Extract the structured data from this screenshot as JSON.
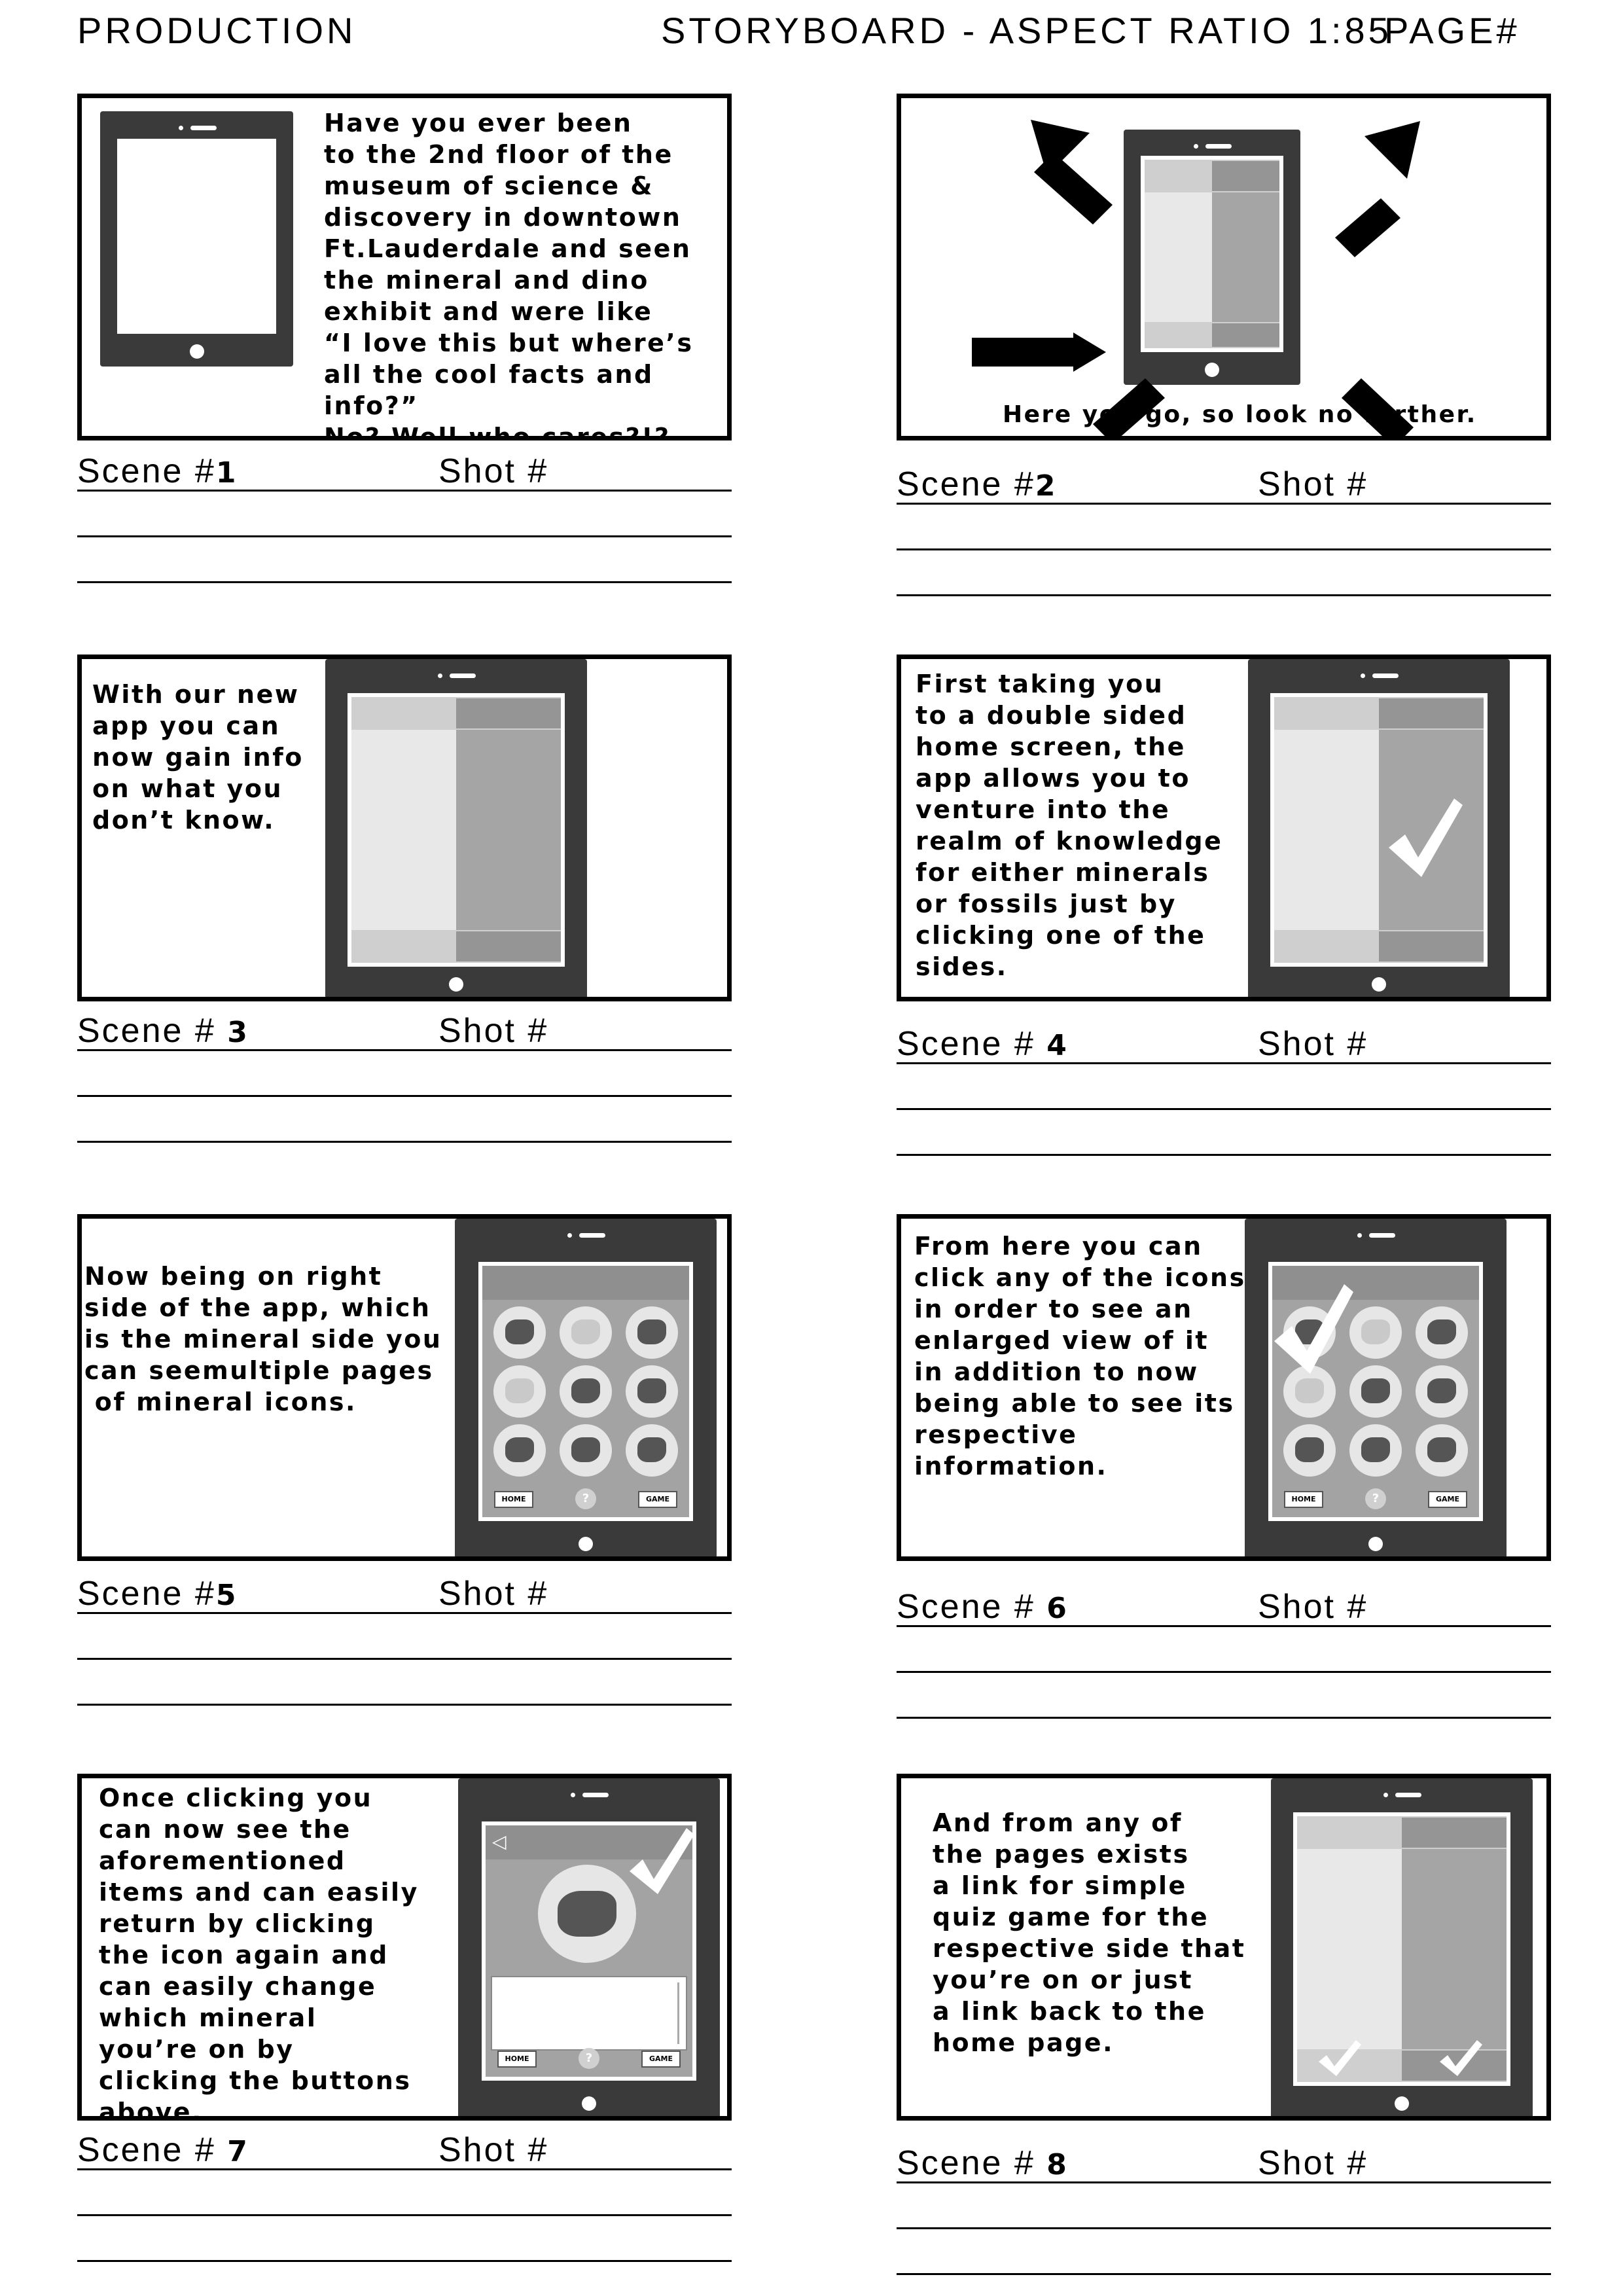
{
  "header": {
    "left": "PRODUCTION",
    "center": "STORYBOARD - ASPECT RATIO 1:85",
    "right": "PAGE#"
  },
  "labels": {
    "scene": "Scene #",
    "shot": "Shot #"
  },
  "panels": [
    {
      "scene_number": "1",
      "text": "Have you ever been\nto the 2nd floor of the\nmuseum of science &\ndiscovery in downtown\nFt.Lauderdale and seen\nthe mineral and dino\nexhibit and were like\n“I love this but where’s\nall the cool facts and\ninfo?”\nNo? Well who cares?!?"
    },
    {
      "scene_number": "2",
      "text": "Here you go, so look no further."
    },
    {
      "scene_number": "3",
      "text": "With our new\napp you can\nnow gain info\non what you\ndon’t know."
    },
    {
      "scene_number": "4",
      "text": "First taking you\nto a double sided\nhome screen, the\napp allows you to\nventure into the\nrealm of knowledge\nfor either minerals\nor fossils just by\nclicking one of the\nsides."
    },
    {
      "scene_number": "5",
      "text": "Now being on right\nside of the app, which\nis the mineral side you\ncan seemultiple pages\n of mineral icons."
    },
    {
      "scene_number": "6",
      "text": "From here you can\nclick any of the icons\nin order to see an\nenlarged view of it\nin addition to now\nbeing able to see its\nrespective\ninformation."
    },
    {
      "scene_number": "7",
      "text": "Once clicking you\ncan now see the\naforementioned\nitems and can easily\nreturn by clicking\nthe icon again and\ncan easily change\nwhich mineral\nyou’re on by\nclicking the buttons\nabove."
    },
    {
      "scene_number": "8",
      "text": "And from any of\nthe pages exists\na link for simple\nquiz game for the\nrespective side that\nyou’re on or just\na link back to the\nhome page."
    }
  ],
  "app_ui": {
    "home_label": "HOME",
    "game_label": "GAME",
    "help_label": "?",
    "back_glyph": "◁"
  },
  "colors": {
    "tablet_body": "#3a3a3a",
    "left_side": "#e8e8e8",
    "right_side": "#a5a5a5"
  }
}
